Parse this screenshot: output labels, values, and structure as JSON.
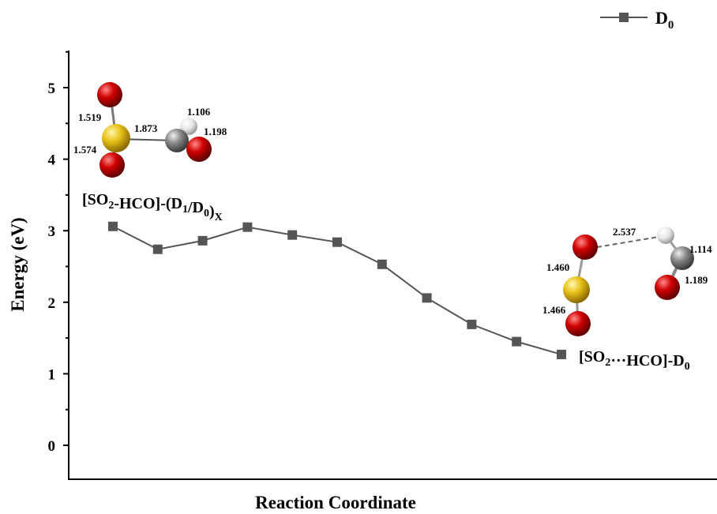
{
  "chart_data": {
    "type": "line",
    "xlabel": "Reaction Coordinate",
    "ylabel": "Energy (eV)",
    "ylim": [
      -0.5,
      5.5
    ],
    "yticks": [
      0,
      1,
      2,
      3,
      4,
      5
    ],
    "x": [
      1,
      2,
      3,
      4,
      5,
      6,
      7,
      8,
      9,
      10,
      11
    ],
    "series": [
      {
        "name": "D0",
        "color": "#555555",
        "marker": "square",
        "values": [
          3.06,
          2.74,
          2.86,
          3.05,
          2.94,
          2.84,
          2.53,
          2.06,
          1.69,
          1.45,
          1.27
        ]
      }
    ],
    "legend": {
      "position": "top-right",
      "label_main": "D",
      "label_sub": "0"
    },
    "grid": false
  },
  "annotations": {
    "start_species": {
      "parts": [
        {
          "t": "[SO",
          "sub": false
        },
        {
          "t": "2",
          "sub": true
        },
        {
          "t": "-HCO]-(D",
          "sub": false
        },
        {
          "t": "1",
          "sub": true
        },
        {
          "t": "/D",
          "sub": false
        },
        {
          "t": "0",
          "sub": true
        },
        {
          "t": ")",
          "sub": false
        },
        {
          "t": "X",
          "sub": true
        }
      ],
      "bond_lengths": [
        "1.519",
        "1.574",
        "1.873",
        "1.106",
        "1.198"
      ]
    },
    "end_species": {
      "parts": [
        {
          "t": "[SO",
          "sub": false
        },
        {
          "t": "2",
          "sub": true
        },
        {
          "t": "···HCO]-D",
          "sub": false
        },
        {
          "t": "0",
          "sub": true
        }
      ],
      "bond_lengths": [
        "2.537",
        "1.114",
        "1.460",
        "1.189",
        "1.466"
      ]
    }
  },
  "colors": {
    "sulfur": "#e8c21a",
    "oxygen": "#d00000",
    "carbon": "#8a8a8a",
    "hydrogen": "#e6e6e6"
  }
}
